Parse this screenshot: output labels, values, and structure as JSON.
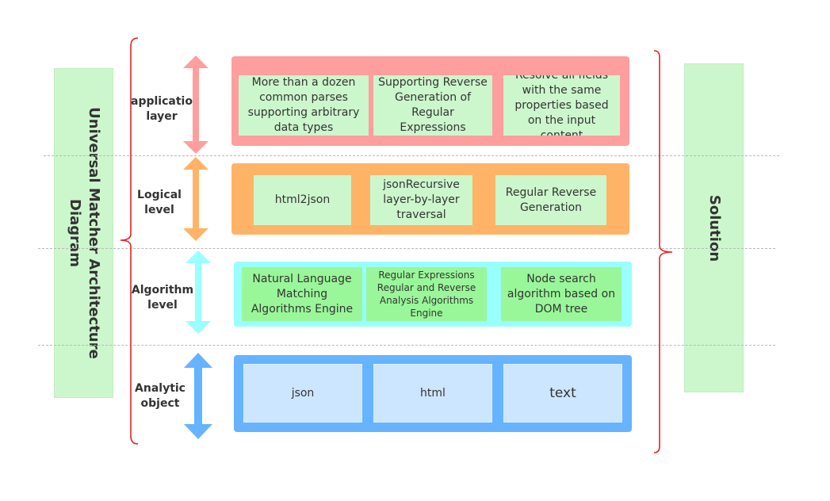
{
  "left_panel": {
    "title": "Universal Matcher Architecture Diagram"
  },
  "right_panel": {
    "title": "Solution"
  },
  "layers": [
    {
      "label": "applicatio\nlayer",
      "band_color": "#fe9e9e",
      "cell_color": "#ccf7cc",
      "cells": [
        "More than a dozen common parses supporting arbitrary data types",
        "Supporting Reverse Generation of Regular Expressions",
        "Resolve all fields with the same properties based on the input content"
      ]
    },
    {
      "label": "Logical\nlevel",
      "band_color": "#ffb366",
      "cell_color": "#ccf7cc",
      "cells": [
        "html2json",
        "jsonRecursive layer-by-layer traversal",
        "Regular Reverse Generation"
      ]
    },
    {
      "label": "Algorithm\nlevel",
      "band_color": "#99ffff",
      "cell_color": "#99f799",
      "cells": [
        "Natural Language Matching Algorithms Engine",
        "Regular Expressions Regular and Reverse Analysis Algorithms Engine",
        "Node search algorithm based on DOM tree"
      ]
    },
    {
      "label": "Analytic\nobject",
      "band_color": "#66b3ff",
      "cell_color": "#cce6ff",
      "cells": [
        "json",
        "html",
        "text"
      ]
    }
  ],
  "colors": {
    "brace": "#e52222",
    "arrow_application": "#fe9e9e",
    "arrow_logical": "#ffb366",
    "arrow_algorithm": "#99ffff",
    "arrow_analytic": "#66b3ff",
    "divider": "#b8b8b8"
  }
}
